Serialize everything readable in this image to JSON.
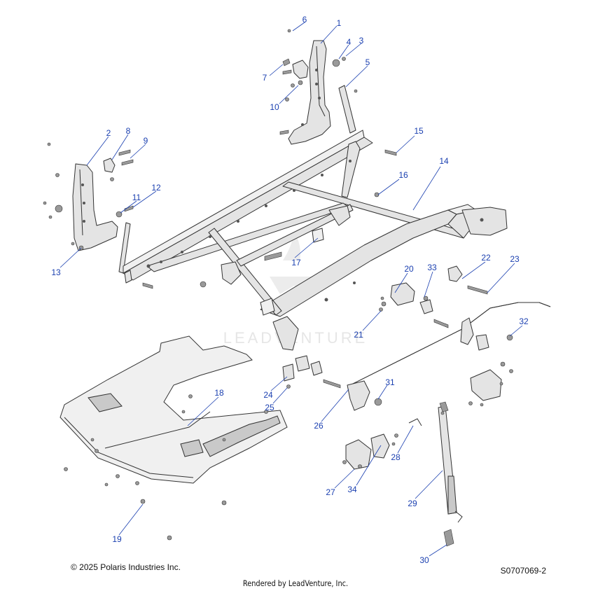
{
  "watermark": {
    "text": "LEADVENTURE"
  },
  "footer": {
    "copyright": "© 2025 Polaris Industries Inc.",
    "diagram_code": "S0707069-2",
    "rendered_by": "Rendered by LeadVenture, Inc."
  },
  "callouts": [
    {
      "n": "1"
    },
    {
      "n": "2"
    },
    {
      "n": "3"
    },
    {
      "n": "4"
    },
    {
      "n": "5"
    },
    {
      "n": "6"
    },
    {
      "n": "7"
    },
    {
      "n": "8"
    },
    {
      "n": "9"
    },
    {
      "n": "10"
    },
    {
      "n": "11"
    },
    {
      "n": "12"
    },
    {
      "n": "13"
    },
    {
      "n": "14"
    },
    {
      "n": "15"
    },
    {
      "n": "16"
    },
    {
      "n": "17"
    },
    {
      "n": "18"
    },
    {
      "n": "19"
    },
    {
      "n": "20"
    },
    {
      "n": "21"
    },
    {
      "n": "22"
    },
    {
      "n": "23"
    },
    {
      "n": "24"
    },
    {
      "n": "25"
    },
    {
      "n": "26"
    },
    {
      "n": "27"
    },
    {
      "n": "28"
    },
    {
      "n": "29"
    },
    {
      "n": "30"
    },
    {
      "n": "31"
    },
    {
      "n": "32"
    },
    {
      "n": "33"
    },
    {
      "n": "34"
    }
  ],
  "colors": {
    "callout": "#1a3fb0",
    "line": "#333333",
    "part_fill": "#e4e4e4"
  }
}
